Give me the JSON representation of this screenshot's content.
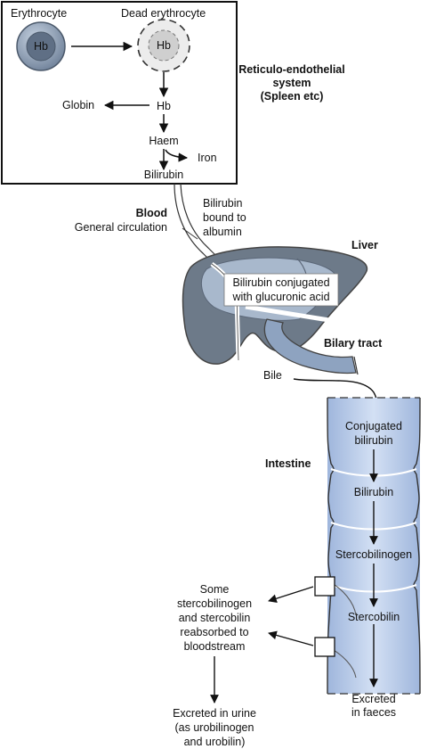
{
  "reticulo": {
    "erythrocyte": "Erythrocyte",
    "dead_erythrocyte": "Dead erythrocyte",
    "hb": "Hb",
    "globin": "Globin",
    "haem": "Haem",
    "iron": "Iron",
    "bilirubin": "Bilirubin",
    "title_line1": "Reticulo-endothelial",
    "title_line2": "system",
    "title_line3": "(Spleen etc)"
  },
  "blood": {
    "title": "Blood",
    "subtitle": "General circulation",
    "bound_line1": "Bilirubin",
    "bound_line2": "bound to",
    "bound_line3": "albumin"
  },
  "liver": {
    "title": "Liver",
    "conj_line1": "Bilirubin conjugated",
    "conj_line2": "with glucuronic acid"
  },
  "biliary": {
    "title": "Bilary tract",
    "bile": "Bile"
  },
  "intestine": {
    "title": "Intestine",
    "seg1_line1": "Conjugated",
    "seg1_line2": "bilirubin",
    "seg2": "Bilirubin",
    "seg3": "Stercobilinogen",
    "seg4": "Stercobilin",
    "excreted_line1": "Excreted",
    "excreted_line2": "in faeces"
  },
  "reabsorb": {
    "line1": "Some",
    "line2": "stercobilinogen",
    "line3": "and stercobilin",
    "line4": "reabsorbed to",
    "line5": "bloodstream"
  },
  "urine": {
    "line1": "Excreted in urine",
    "line2": "(as urobilinogen",
    "line3": "and urobilin)"
  },
  "colors": {
    "liver_dark": "#6d7a89",
    "liver_light": "#a8b8cc",
    "intestine_fill": "#b9cceb",
    "cell_fill": "#8f9fb4"
  }
}
